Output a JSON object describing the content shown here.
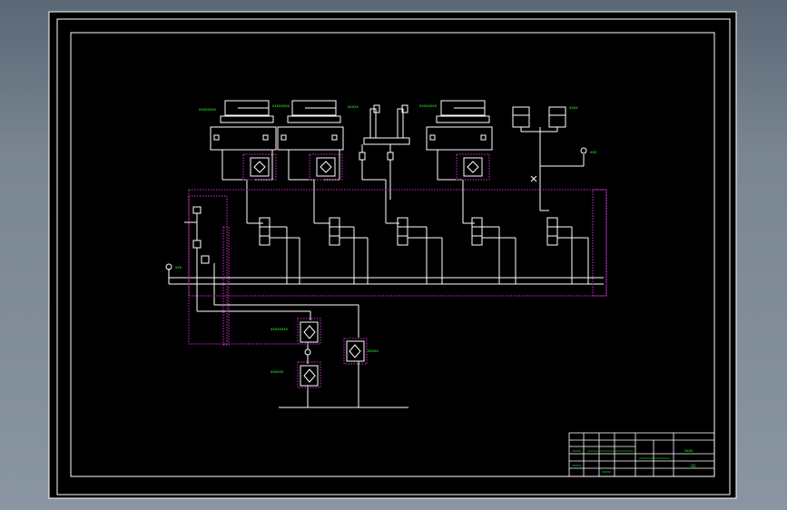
{
  "viewport": {
    "title": "CAD hydraulic schematic drawing sheet"
  },
  "colors": {
    "background": "#000000",
    "line": "#ffffff",
    "dashed_boundary": "#cc33cc",
    "label": "#2bff2b",
    "viewport_gray": "#7a8592"
  },
  "labels": {
    "cyl_1": "xxxxxxxx",
    "cyl_2": "xxxxxxxx",
    "cyl_3": "xxxxx",
    "cyl_4": "xxxxxxxx",
    "cyl_5": "xxxx",
    "gauge_right": "xxx",
    "gauge_left": "xxx",
    "filter_1": "xxxxxxxx",
    "filter_2": "xxxxxx",
    "filter_3": "xxxxx"
  },
  "title_block": {
    "right_top": "xxxx",
    "right_bottom": "-01"
  }
}
